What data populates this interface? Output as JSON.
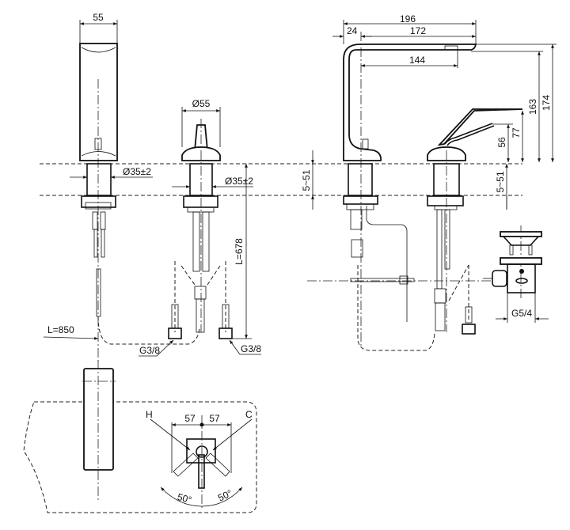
{
  "dims": {
    "front_width": "55",
    "handle_dia": "Ø55",
    "mount_dia_1": "Ø35±2",
    "mount_dia_2": "Ø35±2",
    "hose_length_1": "L=678",
    "hose_length_2": "L=850",
    "thread_1": "G3/8",
    "thread_2": "G3/8",
    "overall_depth": "196",
    "offset": "24",
    "spout_reach": "172",
    "outlet_reach": "144",
    "height_163": "163",
    "height_174": "174",
    "lever_77": "77",
    "lever_56": "56",
    "deck_range_1": "5~51",
    "deck_range_2": "5~51",
    "drain_thread": "G5/4",
    "hot_label": "H",
    "cold_label": "C",
    "spacing_left": "57",
    "spacing_right": "57",
    "angle_left": "50°",
    "angle_right": "50°"
  }
}
